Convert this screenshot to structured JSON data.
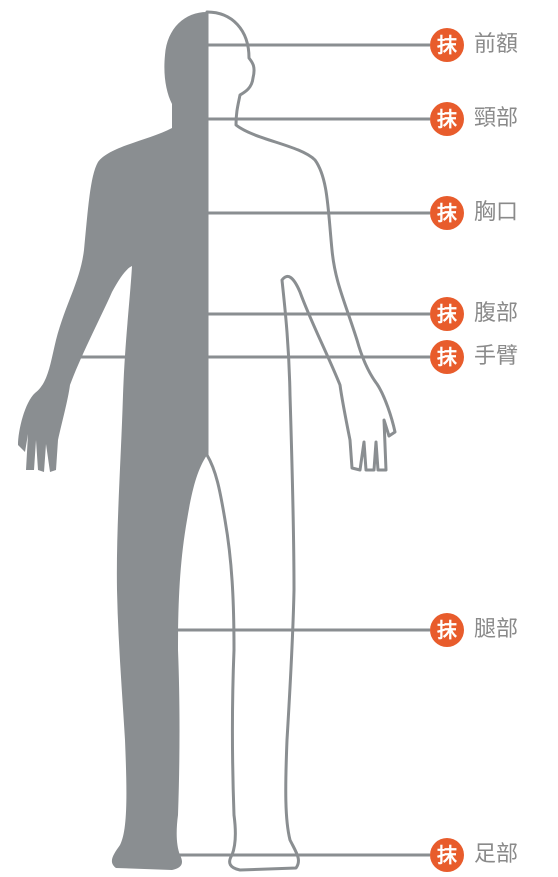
{
  "colors": {
    "silhouette": "#8a8e91",
    "outline": "#8a8e91",
    "badge": "#e85c2c",
    "label": "#8a8a8a"
  },
  "badge_text": "抹",
  "annotations": [
    {
      "id": "forehead",
      "label": "前額"
    },
    {
      "id": "neck",
      "label": "頸部"
    },
    {
      "id": "chest",
      "label": "胸口"
    },
    {
      "id": "abdomen",
      "label": "腹部"
    },
    {
      "id": "arm",
      "label": "手臂"
    },
    {
      "id": "leg",
      "label": "腿部"
    },
    {
      "id": "foot",
      "label": "足部"
    }
  ]
}
